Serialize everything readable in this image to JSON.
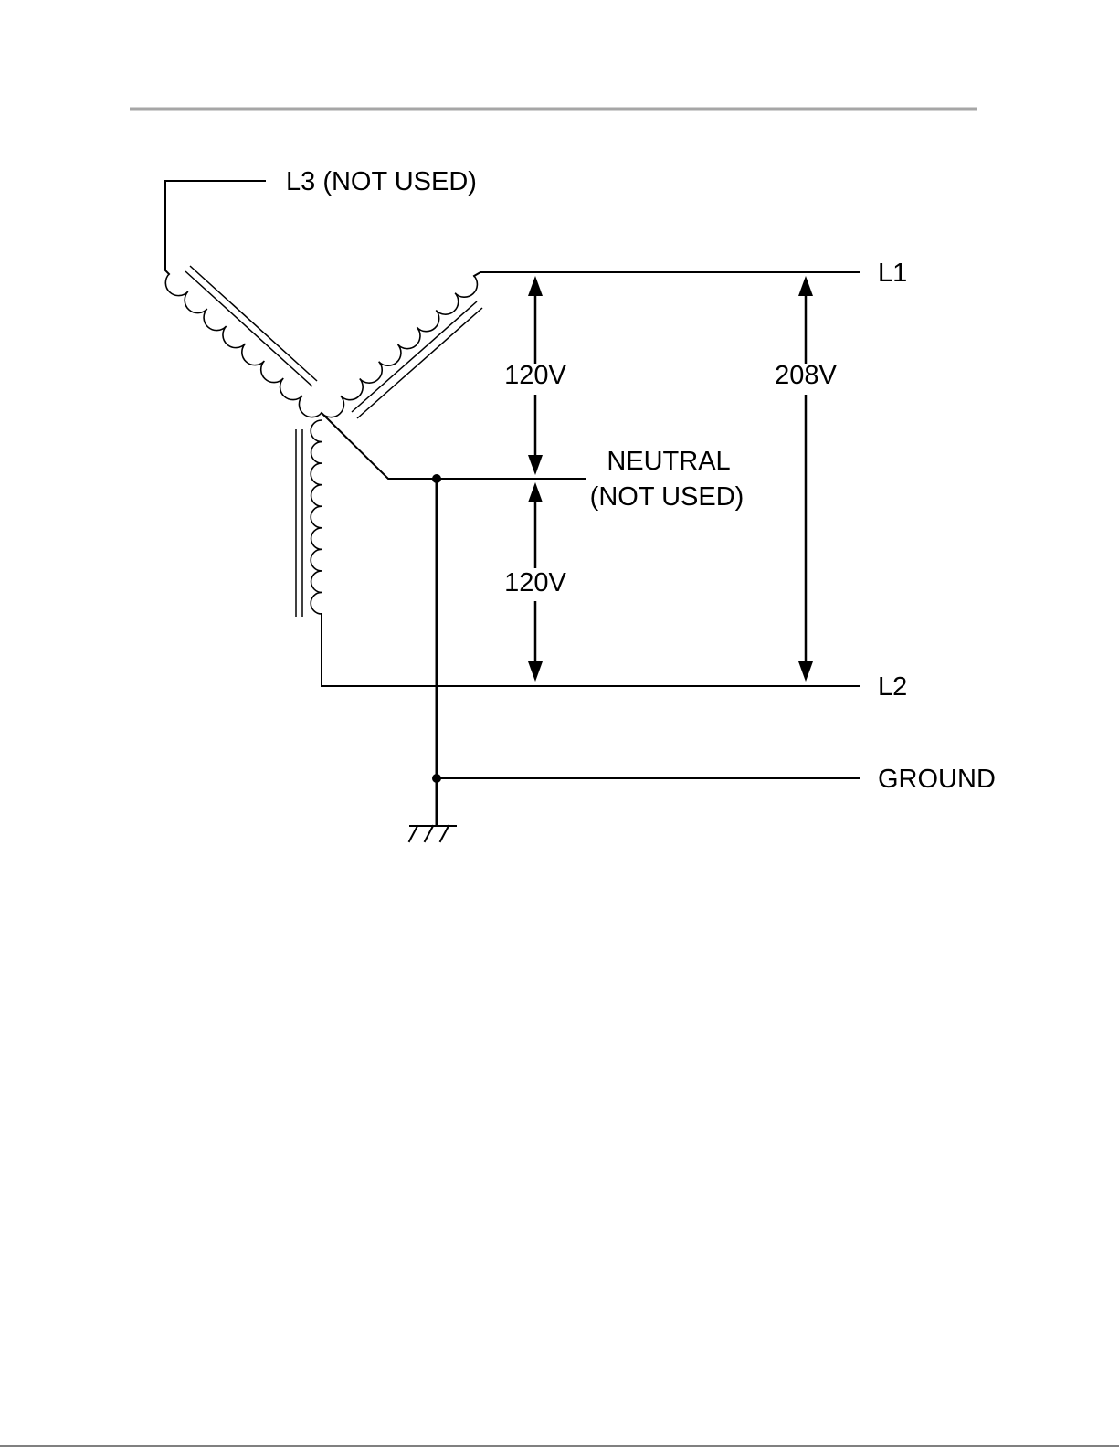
{
  "labels": {
    "l3": "L3  (NOT USED)",
    "l1": "L1",
    "l2": "L2",
    "ground": "GROUND",
    "neutral_line1": "NEUTRAL",
    "neutral_line2": "(NOT USED)",
    "v_upper": "120V",
    "v_lower": "120V",
    "v_line": "208V"
  }
}
